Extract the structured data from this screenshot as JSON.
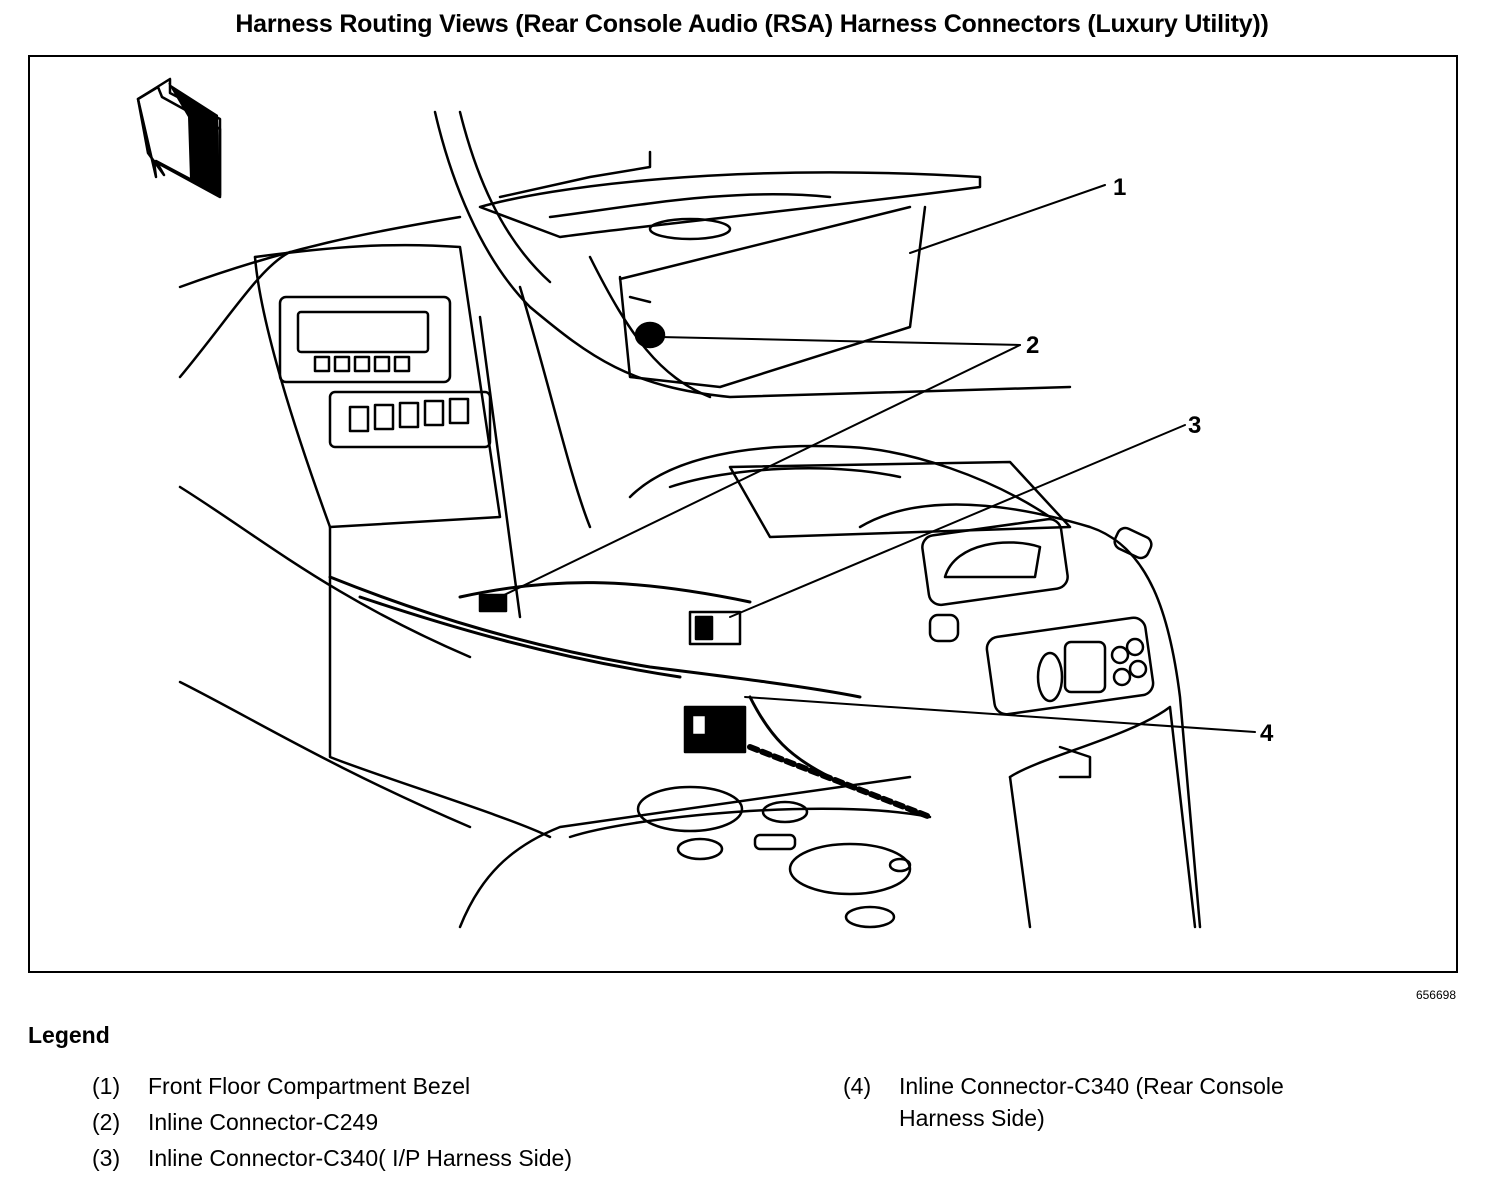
{
  "title": "Harness Routing Views (Rear Console Audio (RSA) Harness Connectors (Luxury Utility))",
  "figure": {
    "figure_id": "656698",
    "direction_icon": "front-direction-arrow-icon",
    "callouts": [
      {
        "number": "1",
        "target": "Front Floor Compartment Bezel"
      },
      {
        "number": "2",
        "target": "Inline Connector-C249"
      },
      {
        "number": "3",
        "target": "Inline Connector-C340 (I/P Harness Side)"
      },
      {
        "number": "4",
        "target": "Inline Connector-C340 (Rear Console Harness Side)"
      }
    ]
  },
  "legend": {
    "heading": "Legend",
    "items": [
      {
        "num": "(1)",
        "label": "Front Floor Compartment Bezel"
      },
      {
        "num": "(2)",
        "label": "Inline Connector-C249"
      },
      {
        "num": "(3)",
        "label": "Inline Connector-C340( I/P Harness Side)"
      },
      {
        "num": "(4)",
        "label": "Inline Connector-C340 (Rear Console\nHarness Side)"
      }
    ]
  }
}
